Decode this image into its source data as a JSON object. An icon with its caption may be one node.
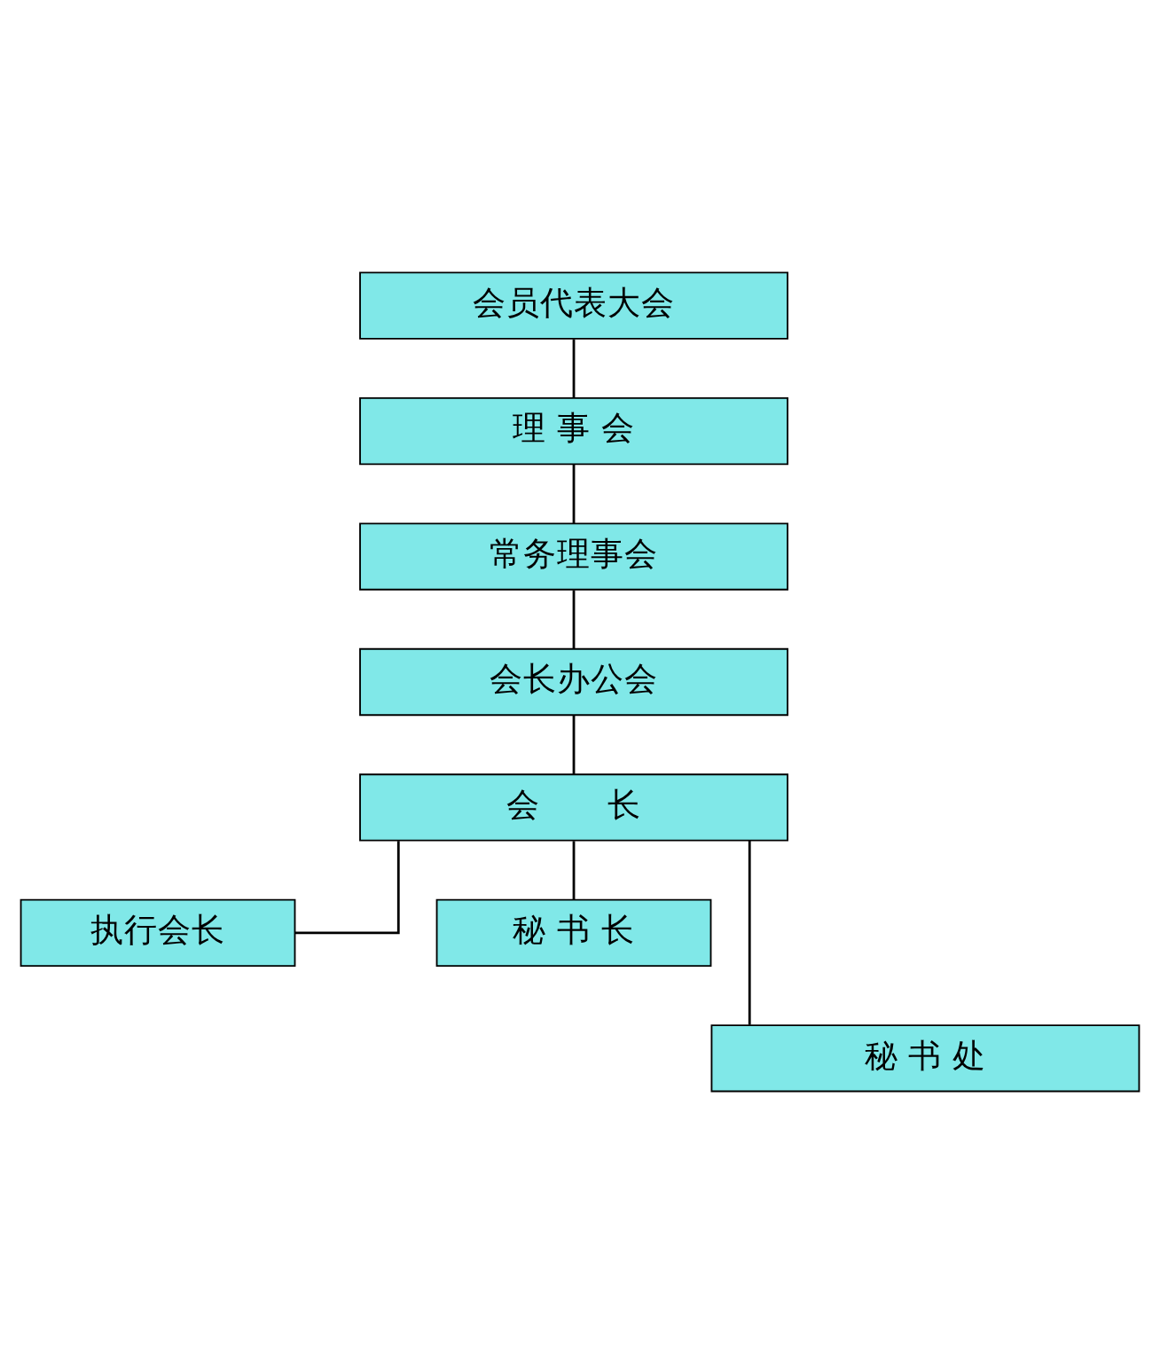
{
  "diagram": {
    "nodes": [
      {
        "text": [
          "会员代表大会"
        ]
      },
      {
        "text": [
          "理 事 会"
        ]
      },
      {
        "text": [
          "常务理事会"
        ]
      },
      {
        "text": [
          "会长办公会"
        ]
      },
      {
        "text": [
          "会　　长"
        ]
      },
      {
        "text": [
          "执行会长"
        ]
      },
      {
        "text": [
          "秘 书 长"
        ]
      },
      {
        "text": [
          "秘 书 处"
        ]
      }
    ],
    "edges": [
      {
        "from": 0,
        "to": 1,
        "arrow": "none"
      },
      {
        "from": 1,
        "to": 2,
        "arrow": "none"
      },
      {
        "from": 2,
        "to": 3,
        "arrow": "none"
      },
      {
        "from": 3,
        "to": 4,
        "arrow": "none"
      },
      {
        "from": 4,
        "to": 5,
        "arrow": "none"
      },
      {
        "from": 4,
        "to": 6,
        "arrow": "none"
      },
      {
        "from": 4,
        "to": 7,
        "arrow": "none"
      }
    ]
  }
}
